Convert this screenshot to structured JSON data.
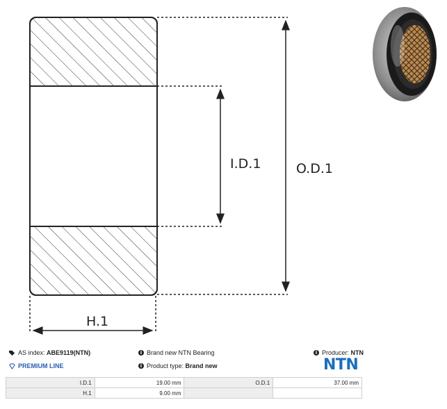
{
  "diagram": {
    "labels": {
      "od": "O.D.1",
      "id": "I.D.1",
      "h": "H.1"
    }
  },
  "photo": {
    "icon": "bearing-photo"
  },
  "info": {
    "as_index_label": "AS index:",
    "as_index_value": "ABE9119(NTN)",
    "brand_new": "Brand new NTN Bearing",
    "producer_label": "Producer:",
    "producer_value": "NTN",
    "premium": "PREMIUM LINE",
    "product_type_label": "Product type:",
    "product_type_value": "Brand new",
    "logo": "NTN",
    "logo_color": "#1b6fbd",
    "premium_color": "#2a5db0"
  },
  "specs": {
    "rows": [
      {
        "label1": "I.D.1",
        "value1": "19.00 mm",
        "label2": "O.D.1",
        "value2": "37.00 mm"
      },
      {
        "label1": "H.1",
        "value1": "9.00 mm",
        "label2": "",
        "value2": ""
      }
    ]
  }
}
